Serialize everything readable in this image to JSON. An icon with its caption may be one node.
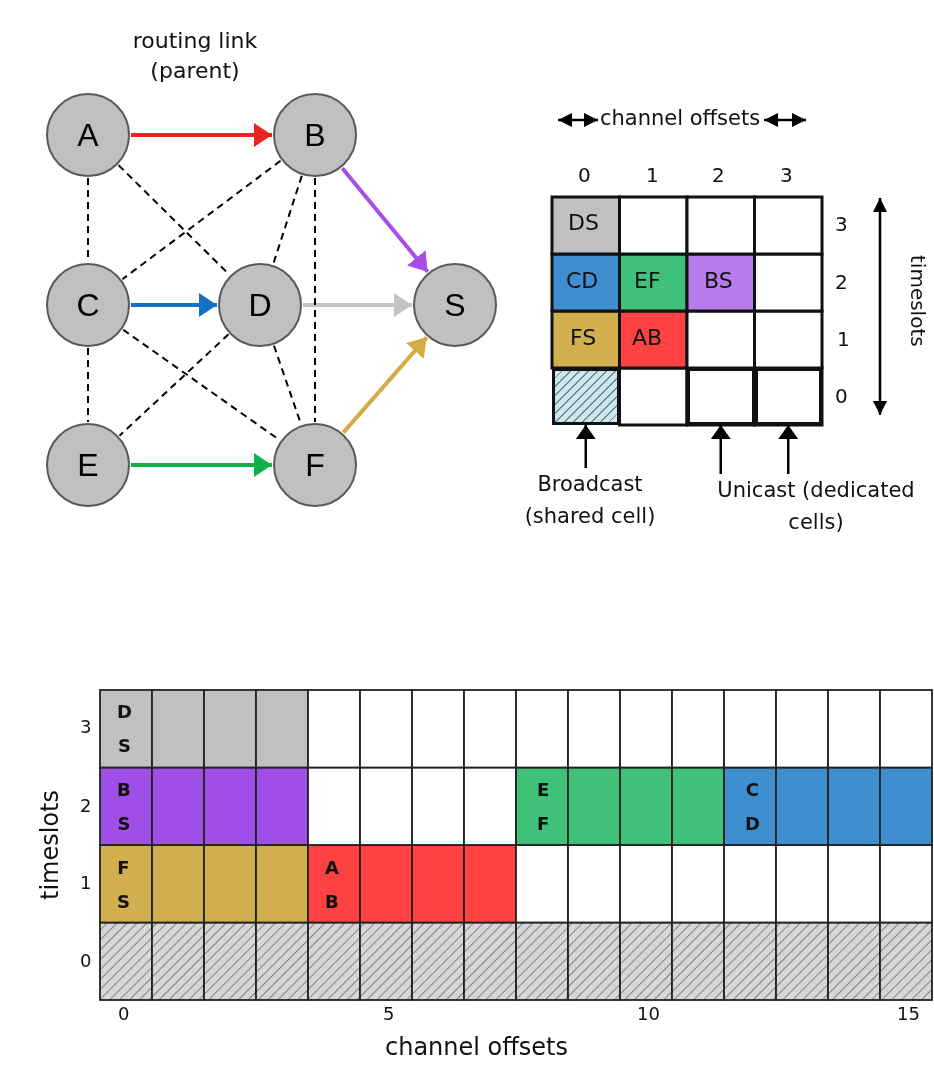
{
  "diagram": {
    "nodes": [
      {
        "text": [
          "A"
        ]
      },
      {
        "text": [
          "B"
        ]
      },
      {
        "text": [
          "C"
        ]
      },
      {
        "text": [
          "D"
        ]
      },
      {
        "text": [
          "S"
        ]
      },
      {
        "text": [
          "E"
        ]
      },
      {
        "text": [
          "F"
        ]
      },
      {
        "text": [],
        "shape": "box"
      },
      {
        "text": [],
        "shape": "box"
      },
      {
        "text": [],
        "shape": "box"
      },
      {
        "text": [
          "Broadcast (shared cell)"
        ]
      },
      {
        "text": [
          "Unicast (dedicated cells)"
        ]
      }
    ],
    "edges": [
      {
        "from": 0,
        "to": 1,
        "arrow": "to",
        "style": "thick",
        "color": "#e8261e"
      },
      {
        "from": 1,
        "to": 4,
        "arrow": "to",
        "style": "thick",
        "color": "#a64ee8"
      },
      {
        "from": 2,
        "to": 3,
        "arrow": "to",
        "style": "thick",
        "color": "#1470c4"
      },
      {
        "from": 3,
        "to": 4,
        "arrow": "to",
        "style": "thick",
        "color": "#c4c4c4"
      },
      {
        "from": 6,
        "to": 4,
        "arrow": "to",
        "style": "thick",
        "color": "#d4ab45"
      },
      {
        "from": 5,
        "to": 6,
        "arrow": "to",
        "style": "thick",
        "color": "#0eb04e"
      },
      {
        "from": 0,
        "to": 2,
        "arrow": "none",
        "style": "dashed"
      },
      {
        "from": 0,
        "to": 3,
        "arrow": "none",
        "style": "dashed"
      },
      {
        "from": 1,
        "to": 2,
        "arrow": "none",
        "style": "dashed"
      },
      {
        "from": 1,
        "to": 3,
        "arrow": "none",
        "style": "dashed"
      },
      {
        "from": 1,
        "to": 6,
        "arrow": "none",
        "style": "dashed"
      },
      {
        "from": 2,
        "to": 5,
        "arrow": "none",
        "style": "dashed"
      },
      {
        "from": 2,
        "to": 6,
        "arrow": "none",
        "style": "dashed"
      },
      {
        "from": 3,
        "to": 5,
        "arrow": "none",
        "style": "dashed"
      },
      {
        "from": 3,
        "to": 6,
        "arrow": "none",
        "style": "dashed"
      },
      {
        "from": 10,
        "to": 7,
        "arrow": "to"
      },
      {
        "from": 11,
        "to": 8,
        "arrow": "to"
      },
      {
        "from": 11,
        "to": 9,
        "arrow": "to"
      }
    ],
    "labels": [
      "routing link (parent)",
      "channel offsets",
      "0",
      "1",
      "2",
      "3",
      "DS",
      "3",
      "timeslots",
      "CD",
      "EF",
      "BS",
      "2",
      "FS",
      "AB",
      "1",
      "0",
      "D S",
      "3",
      "B S",
      "E F",
      "C D",
      "2",
      "timeslots",
      "F S",
      "A B",
      "1",
      "0",
      "0",
      "5",
      "10",
      "15",
      "channel offsets"
    ]
  }
}
